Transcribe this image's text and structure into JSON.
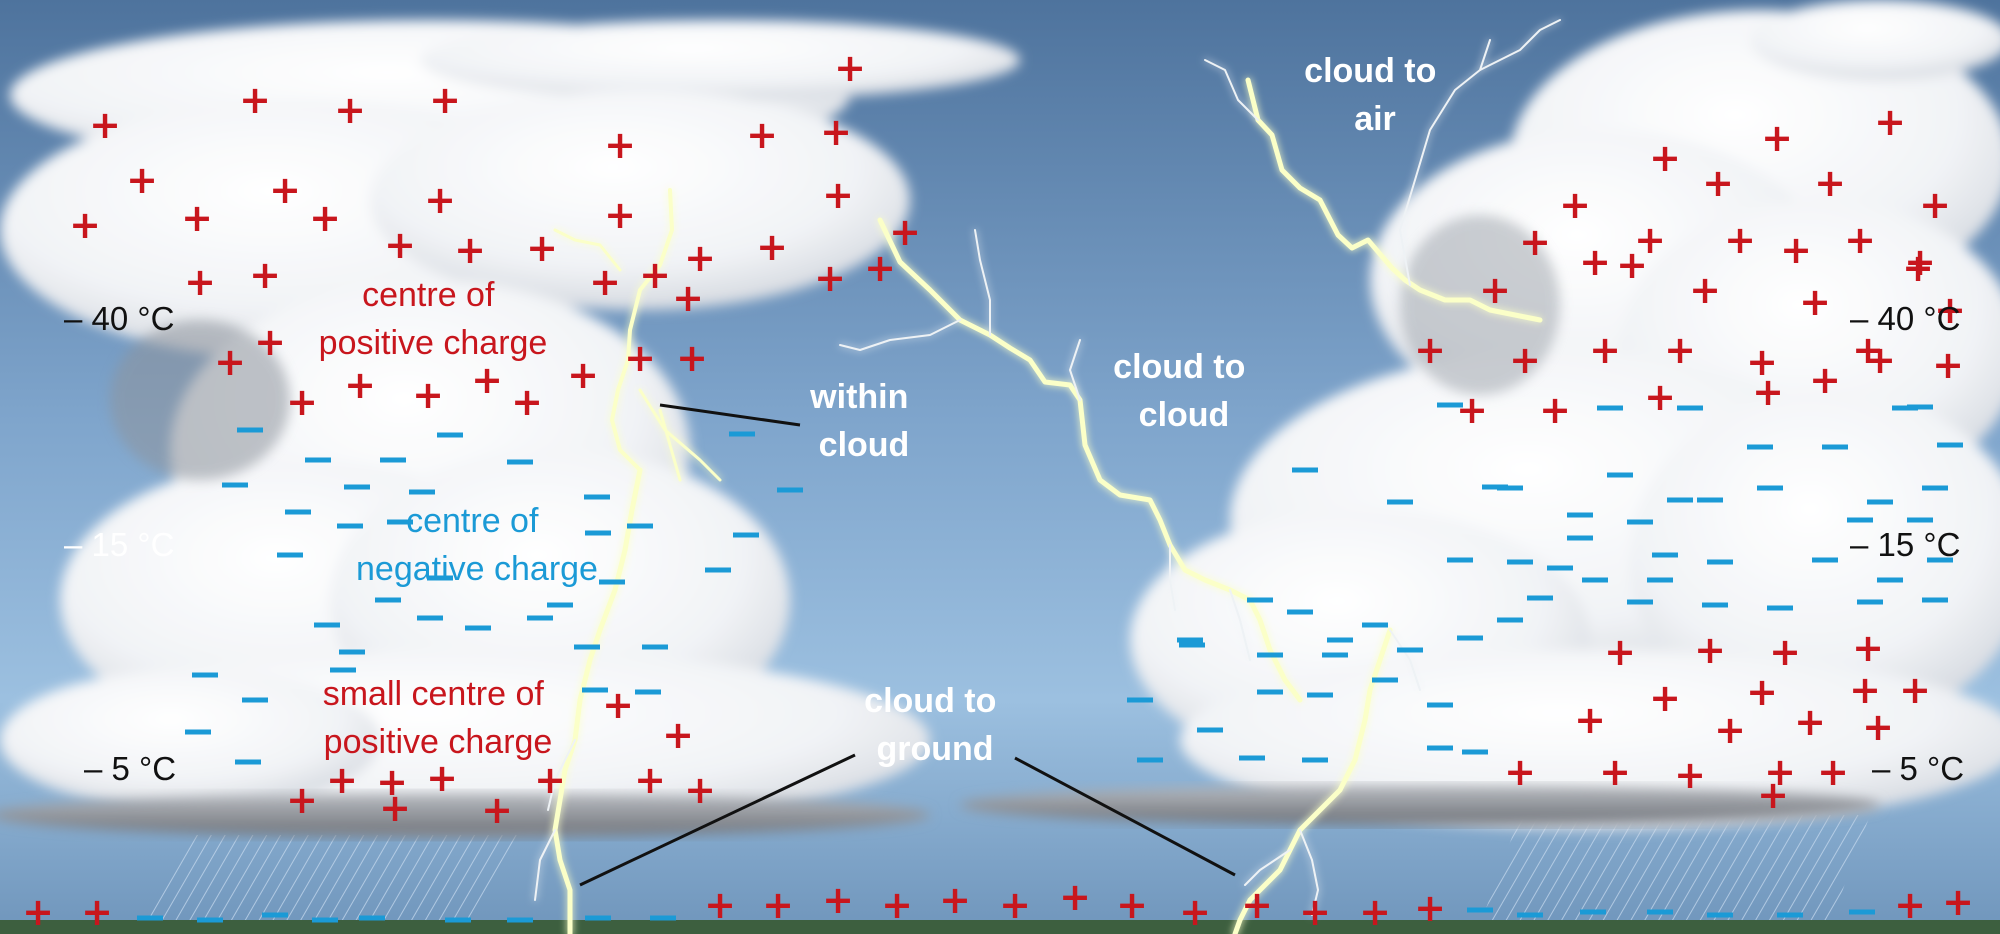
{
  "labels": {
    "cloud_to_air": [
      "cloud to",
      "air"
    ],
    "cloud_to_cloud": [
      "cloud to",
      "cloud"
    ],
    "within_cloud": [
      "within",
      "cloud"
    ],
    "cloud_to_ground": [
      "cloud to",
      "ground"
    ],
    "centre_positive": [
      "centre of",
      "positive charge"
    ],
    "centre_negative": [
      "centre of",
      "negative charge"
    ],
    "small_centre_positive": [
      "small centre of",
      "positive charge"
    ]
  },
  "temperatures": {
    "left": [
      "– 40 °C",
      "– 15 °C",
      "– 5 °C"
    ],
    "right": [
      "– 40 °C",
      "– 15 °C",
      "– 5 °C"
    ]
  },
  "colors": {
    "sky_top": "#4f75a0",
    "sky_mid": "#8fb3d6",
    "ground": "#5f86ad",
    "positive": "#c8161d",
    "negative": "#1b9ad6",
    "lightning": "#fbffc8",
    "label": "#ffffff"
  }
}
